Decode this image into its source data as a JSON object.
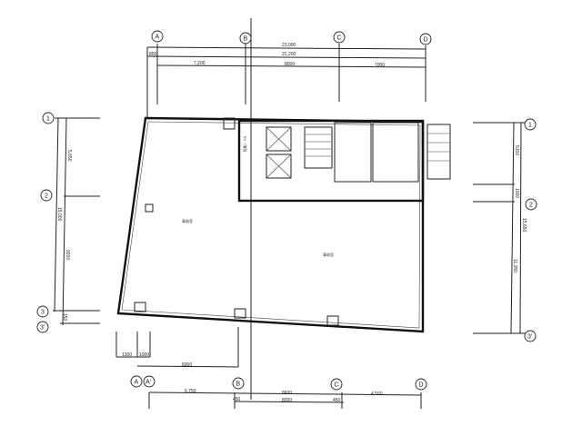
{
  "grid": {
    "columns_top": [
      "A",
      "B",
      "C",
      "D"
    ],
    "columns_bottom": [
      "A",
      "A'",
      "B",
      "C",
      "D"
    ],
    "rows_left": [
      "1",
      "2",
      "3",
      "3'"
    ],
    "rows_right": [
      "1",
      "2",
      "3'"
    ]
  },
  "dimensions": {
    "top": {
      "overall": "23,000",
      "inner": "22,200",
      "offset": "800",
      "span_ab": "7,200",
      "span_bc": "8000",
      "span_cd": "7000"
    },
    "bottom": {
      "a1": "1300",
      "a2": "1000",
      "a_b": "8300",
      "span_ab": "6,750",
      "span_bc": "8600",
      "span_cd": "4,550",
      "inset_left": "450",
      "inner_bc": "8000",
      "inset_right": "450"
    },
    "left": {
      "span_12": "5,650",
      "overall": "15,000",
      "span_23": "9200",
      "span_33": "150"
    },
    "right": {
      "span_12a": "5100",
      "span_12b": "1000",
      "overall": "15,650",
      "span_23": "11,050"
    }
  },
  "rooms": {
    "office_west": "事務室",
    "office_east": "事務室",
    "corridor": "EV・階段"
  }
}
